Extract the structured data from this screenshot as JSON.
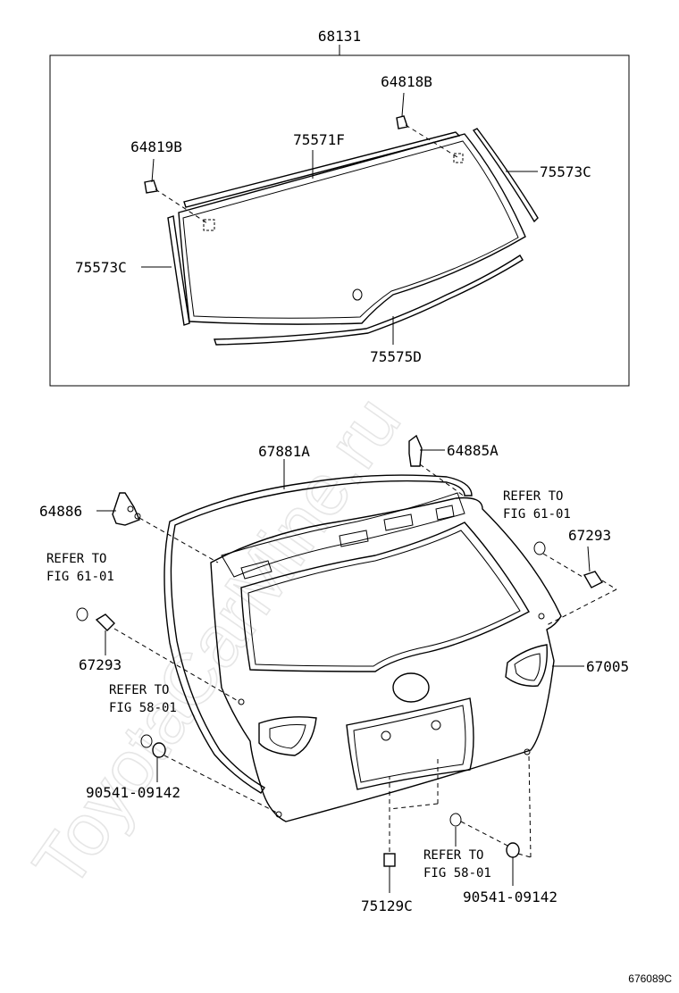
{
  "watermark": "ToyotaCarMine.ru",
  "diagram_code": "676089C",
  "glass_group": {
    "part_68131": "68131",
    "part_64818B": "64818B",
    "part_64819B": "64819B",
    "part_75571F": "75571F",
    "part_75573C_right": "75573C",
    "part_75573C_left": "75573C",
    "part_75575D": "75575D"
  },
  "door_group": {
    "part_67881A": "67881A",
    "part_64885A": "64885A",
    "part_64886": "64886",
    "ref_right_top": {
      "line1": "REFER TO",
      "line2": "FIG 61-01"
    },
    "part_67293_right": "67293",
    "ref_left_top": {
      "line1": "REFER TO",
      "line2": "FIG 61-01"
    },
    "part_67293_left": "67293",
    "part_67005": "67005",
    "ref_left_mid": {
      "line1": "REFER TO",
      "line2": "FIG 58-01"
    },
    "part_90541_left": "90541-09142",
    "ref_bottom": {
      "line1": "REFER TO",
      "line2": "FIG 58-01"
    },
    "part_90541_right": "90541-09142",
    "part_75129C": "75129C"
  }
}
